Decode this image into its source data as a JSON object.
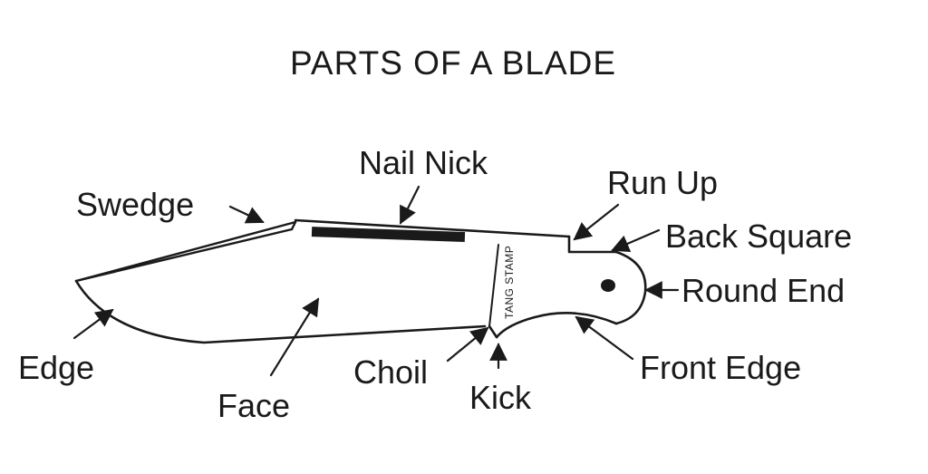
{
  "title": "PARTS OF A BLADE",
  "stamp_text": "TANG STAMP",
  "labels": {
    "swedge": "Swedge",
    "nail_nick": "Nail Nick",
    "run_up": "Run Up",
    "back_square": "Back Square",
    "round_end": "Round End",
    "edge": "Edge",
    "face": "Face",
    "choil": "Choil",
    "kick": "Kick",
    "front_edge": "Front Edge"
  },
  "colors": {
    "ink": "#1a1a1a",
    "paper": "#ffffff"
  }
}
